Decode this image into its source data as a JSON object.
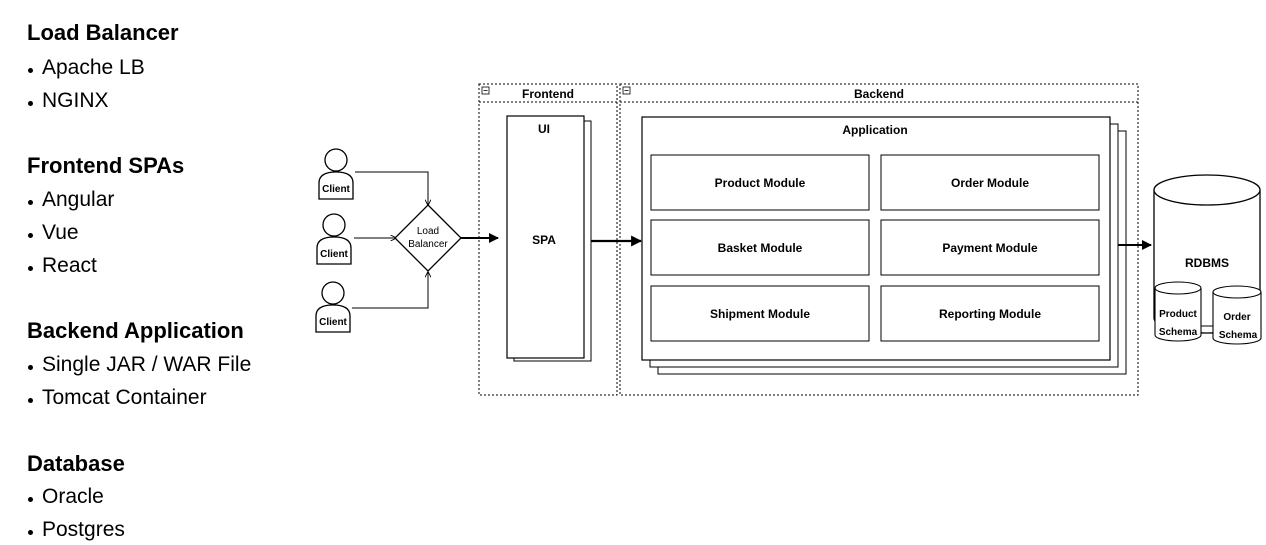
{
  "sidebar": {
    "sections": [
      {
        "title": "Load Balancer",
        "items": [
          "Apache LB",
          "NGINX"
        ]
      },
      {
        "title": "Frontend SPAs",
        "items": [
          "Angular",
          "Vue",
          "React"
        ]
      },
      {
        "title": "Backend Application",
        "items": [
          "Single JAR / WAR File",
          "Tomcat Container"
        ]
      },
      {
        "title": "Database",
        "items": [
          "Oracle",
          "Postgres"
        ]
      }
    ]
  },
  "diagram": {
    "clients": [
      "Client",
      "Client",
      "Client"
    ],
    "load_balancer": {
      "line1": "Load",
      "line2": "Balancer"
    },
    "frontend": {
      "title": "Frontend",
      "ui_label": "UI",
      "spa_label": "SPA"
    },
    "backend": {
      "title": "Backend",
      "application_label": "Application",
      "modules": [
        "Product Module",
        "Order Module",
        "Basket Module",
        "Payment Module",
        "Shipment Module",
        "Reporting Module"
      ]
    },
    "database": {
      "label": "RDBMS",
      "schemas": [
        {
          "line1": "Product",
          "line2": "Schema"
        },
        {
          "line1": "Order",
          "line2": "Schema"
        }
      ]
    }
  }
}
